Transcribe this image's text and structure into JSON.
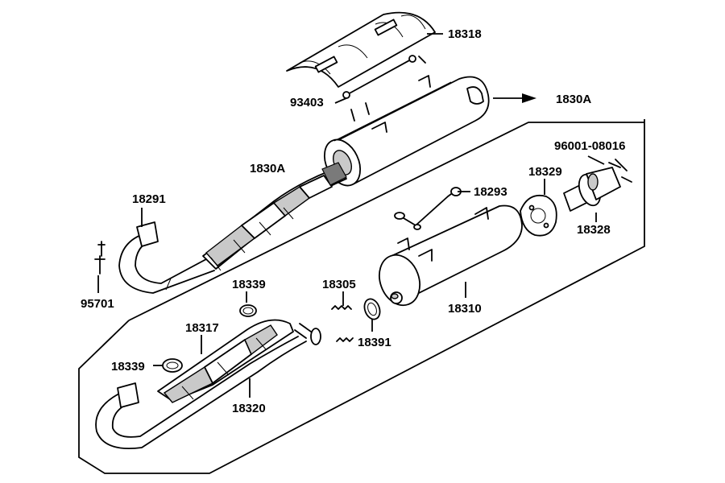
{
  "labels": {
    "p18318": "18318",
    "p93403": "93403",
    "p1830a_arrow": "1830A",
    "p1830a_main": "1830A",
    "p18291": "18291",
    "p95701": "95701",
    "p96001": "96001-08016",
    "p18329": "18329",
    "p18293": "18293",
    "p18328": "18328",
    "p18339_top": "18339",
    "p18305": "18305",
    "p18310": "18310",
    "p18317": "18317",
    "p18391": "18391",
    "p18339_left": "18339",
    "p18320": "18320"
  }
}
